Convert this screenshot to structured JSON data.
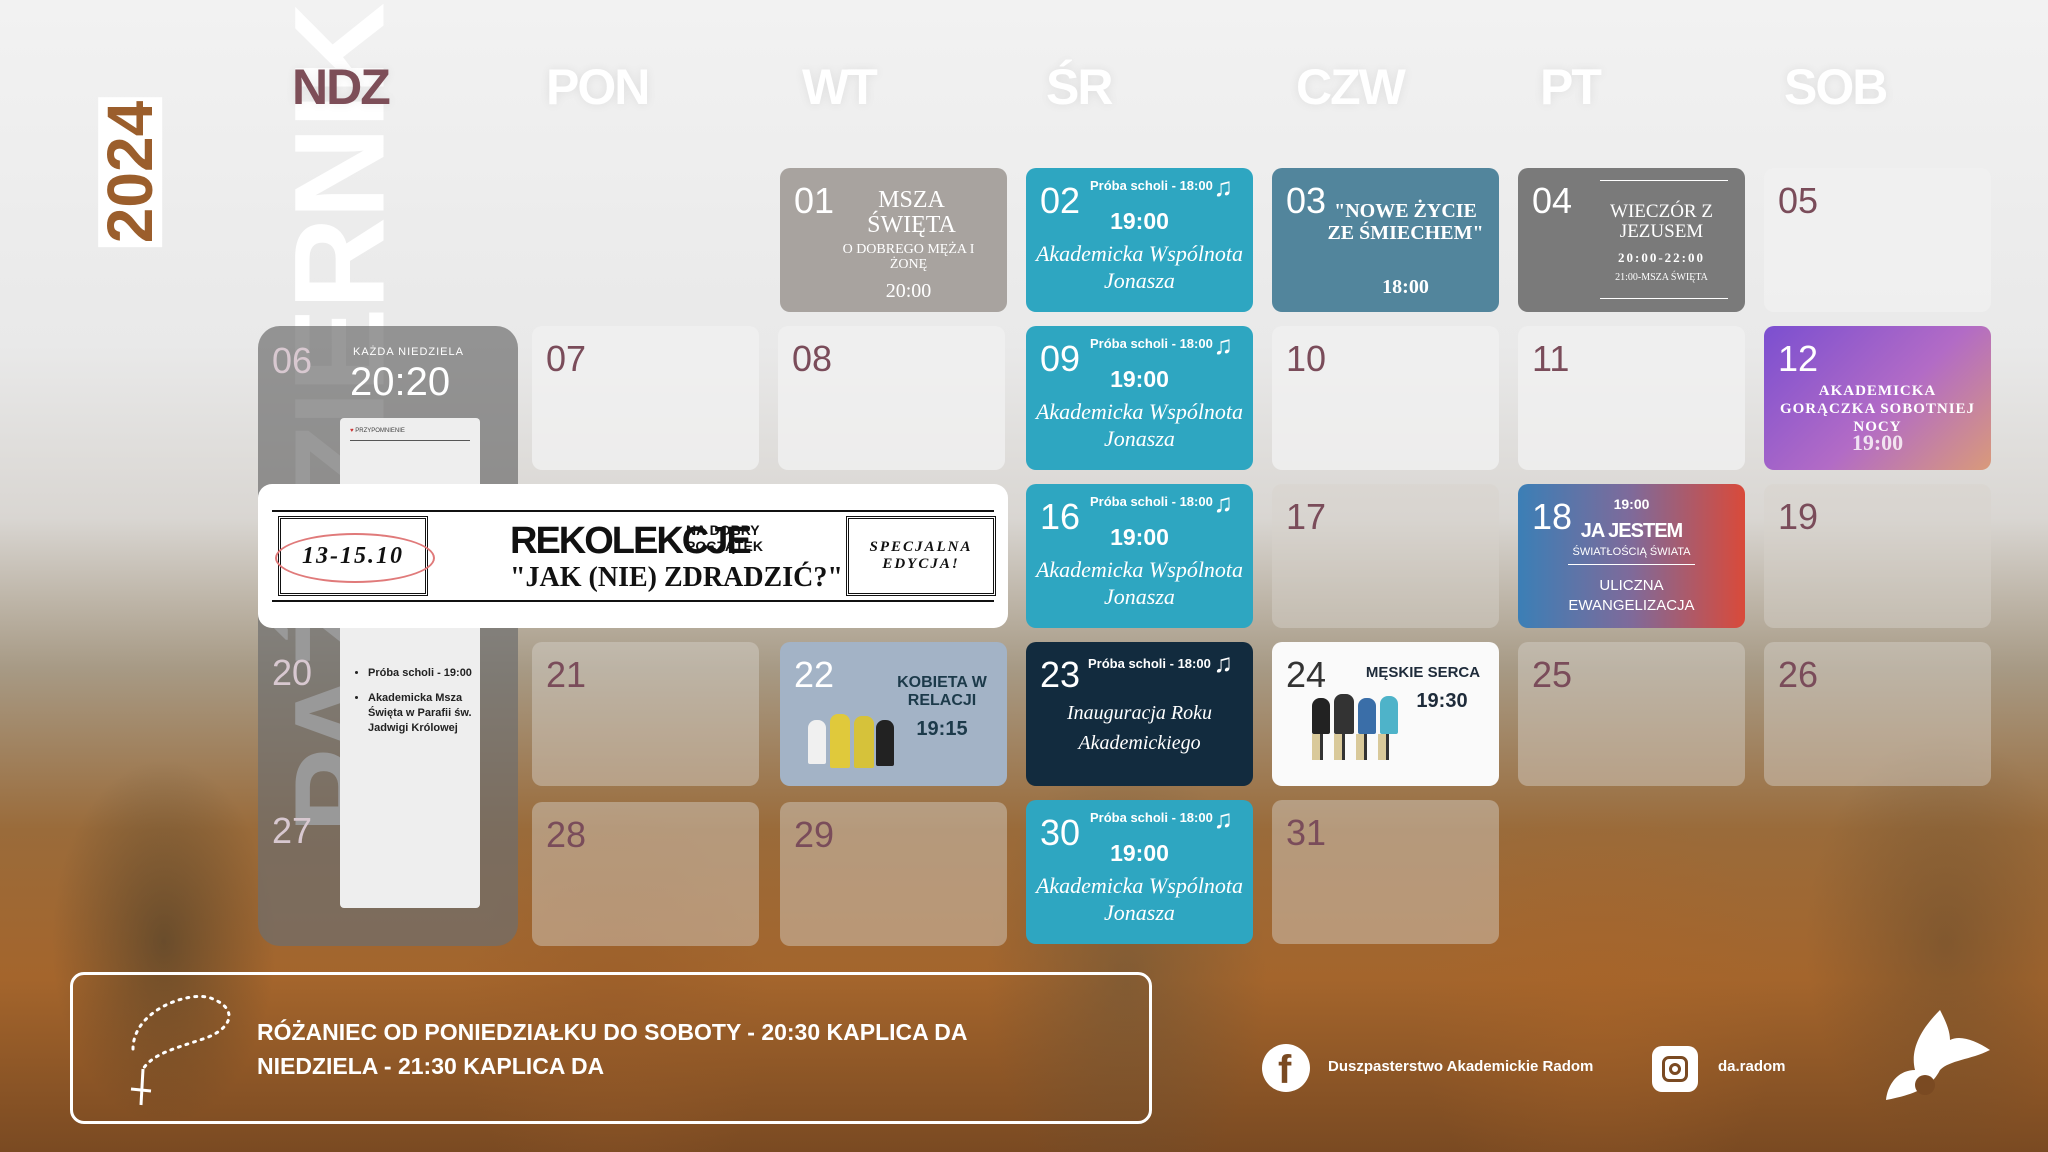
{
  "header": {
    "month": "PAŹDZIERNIK",
    "year": "2024",
    "days": [
      "NDZ",
      "PON",
      "WT",
      "ŚR",
      "CZW",
      "PT",
      "SOB"
    ]
  },
  "cells": {
    "d01": {
      "num": "01",
      "title": "MSZA ŚWIĘTA",
      "sub": "O DOBREGO MĘŻA I ŻONĘ",
      "time": "20:00"
    },
    "d02": {
      "num": "02"
    },
    "d03": {
      "num": "03",
      "title": "\"NOWE ŻYCIE ZE ŚMIECHEM\"",
      "time": "18:00"
    },
    "d04": {
      "num": "04",
      "title": "WIECZÓR Z JEZUSEM",
      "time": "20:00-22:00",
      "sub": "21:00-MSZA ŚWIĘTA"
    },
    "d05": {
      "num": "05"
    },
    "d06": {
      "num": "06",
      "label": "KAŻDA NIEDZIELA",
      "time": "20:20",
      "reminder": "PRZYPOMNIENIE"
    },
    "d07": {
      "num": "07"
    },
    "d08": {
      "num": "08"
    },
    "d09": {
      "num": "09"
    },
    "d10": {
      "num": "10"
    },
    "d11": {
      "num": "11"
    },
    "d12": {
      "num": "12",
      "title": "AKADEMICKA GORĄCZKA SOBOTNIEJ NOCY",
      "time": "19:00"
    },
    "d16": {
      "num": "16"
    },
    "d17": {
      "num": "17"
    },
    "d18": {
      "num": "18",
      "time": "19:00",
      "title": "JA JESTEM",
      "sub": "ŚWIATŁOŚCIĄ ŚWIATA",
      "desc": "ULICZNA EWANGELIZACJA"
    },
    "d19": {
      "num": "19"
    },
    "d20": {
      "num": "20",
      "items": [
        "Próba scholi - 19:00",
        "Akademicka Msza Święta w Parafii św. Jadwigi Królowej"
      ]
    },
    "d21": {
      "num": "21"
    },
    "d22": {
      "num": "22",
      "title": "KOBIETA W RELACJI",
      "time": "19:15"
    },
    "d23": {
      "num": "23",
      "sch": "Próba scholi - 18:00",
      "title": "Inauguracja Roku Akademickiego"
    },
    "d24": {
      "num": "24",
      "title": "MĘSKIE SERCA",
      "time": "19:30"
    },
    "d25": {
      "num": "25"
    },
    "d26": {
      "num": "26"
    },
    "d27": {
      "num": "27"
    },
    "d28": {
      "num": "28"
    },
    "d29": {
      "num": "29"
    },
    "d30": {
      "num": "30"
    },
    "d31": {
      "num": "31"
    }
  },
  "schola": {
    "sch": "Próba scholi - 18:00",
    "time": "19:00",
    "name": "Akademicka Wspólnota Jonasza",
    "note": "♫"
  },
  "retreat": {
    "dates": "13-15.10",
    "title": "REKOLEKCJE",
    "sub1": "NA DOBRY",
    "sub2": "POCZĄTEK",
    "theme": "\"JAK (NIE) ZDRADZIĆ?\"",
    "edition": "SPECJALNA EDYCJA!"
  },
  "footer": {
    "rosary1": "RÓŻANIEC OD PONIEDZIAŁKU DO SOBOTY - 20:30 KAPLICA DA",
    "rosary2": "NIEDZIELA - 21:30 KAPLICA DA",
    "facebook": "Duszpasterstwo Akademickie Radom",
    "instagram": "da.radom"
  }
}
